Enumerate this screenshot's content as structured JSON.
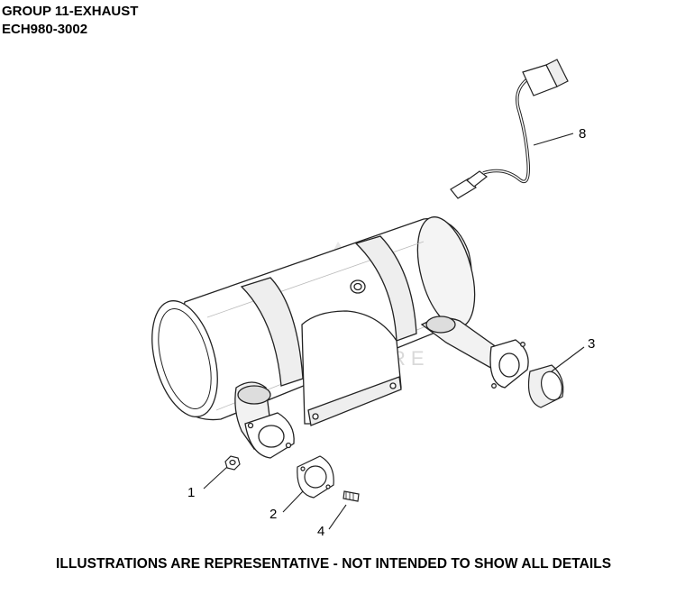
{
  "header": {
    "title": "GROUP 11-EXHAUST",
    "model": "ECH980-3002"
  },
  "watermark": "LEADVENTURE",
  "footer": {
    "note": "ILLUSTRATIONS ARE REPRESENTATIVE - NOT INTENDED TO SHOW ALL DETAILS"
  },
  "callouts": [
    {
      "id": "1",
      "label": "1"
    },
    {
      "id": "2",
      "label": "2"
    },
    {
      "id": "3",
      "label": "3"
    },
    {
      "id": "4",
      "label": "4"
    },
    {
      "id": "8",
      "label": "8"
    }
  ]
}
